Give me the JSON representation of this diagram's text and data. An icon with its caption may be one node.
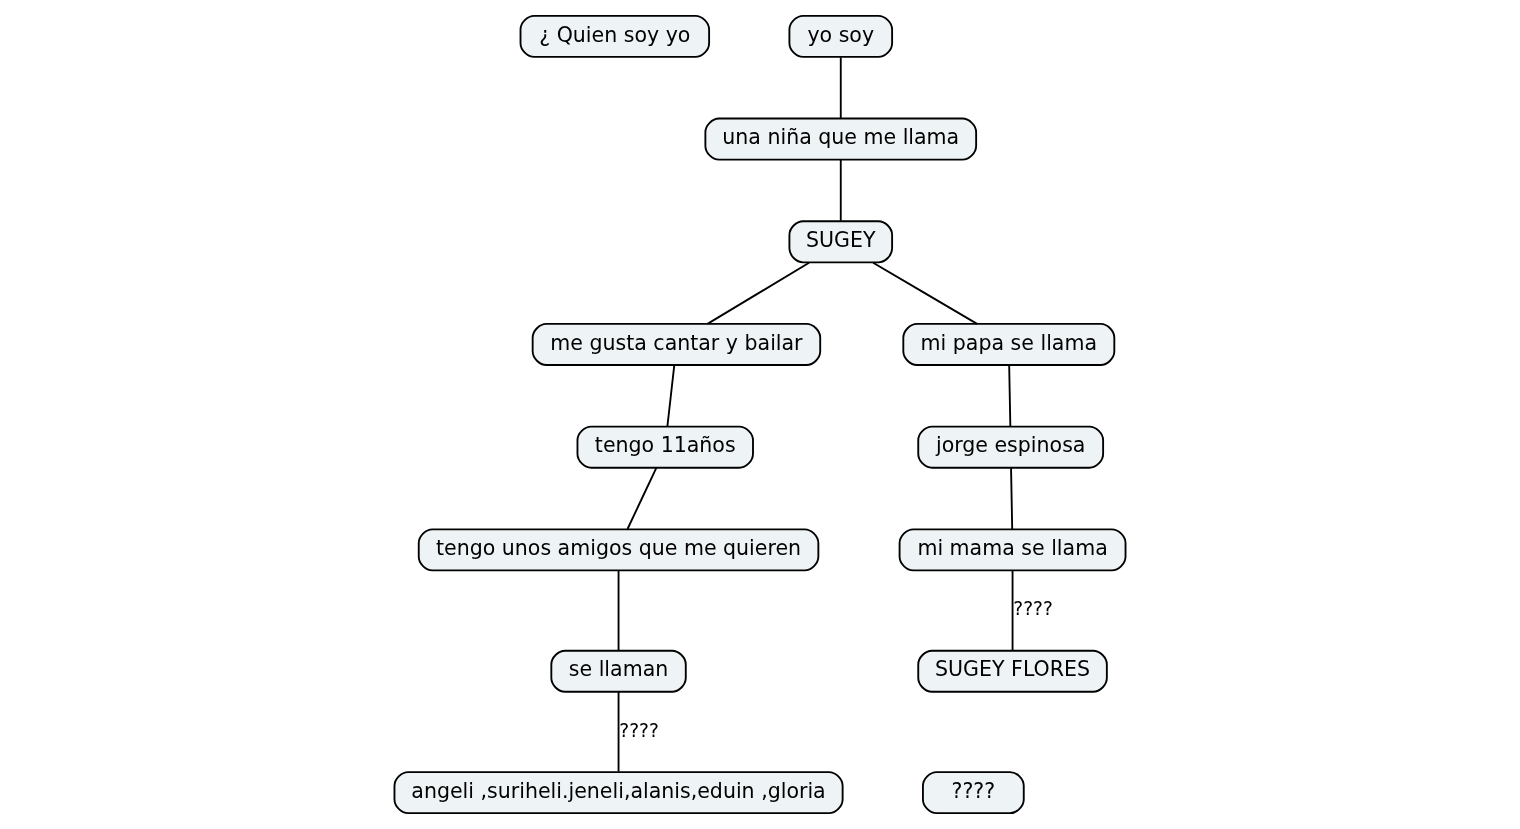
{
  "diagram": {
    "nodes": [
      {
        "text": [
          "¿ Quien soy yo"
        ]
      },
      {
        "text": [
          "yo soy"
        ]
      },
      {
        "text": [
          "una niña que me llama"
        ]
      },
      {
        "text": [
          "SUGEY"
        ]
      },
      {
        "text": [
          "me gusta cantar y bailar"
        ]
      },
      {
        "text": [
          "mi papa se llama"
        ]
      },
      {
        "text": [
          "tengo 11años"
        ]
      },
      {
        "text": [
          "jorge espinosa"
        ]
      },
      {
        "text": [
          "mi mama se llama"
        ]
      },
      {
        "text": [
          "tengo unos amigos que me quieren"
        ]
      },
      {
        "text": [
          "SUGEY FLORES"
        ]
      },
      {
        "text": [
          "se llaman"
        ]
      },
      {
        "text": [
          "angeli ,suriheli.jeneli,alanis,eduin ,gloria"
        ]
      },
      {
        "text": [
          "????"
        ]
      }
    ],
    "edges": [
      {
        "from": 1,
        "to": 2,
        "arrow": "none"
      },
      {
        "from": 2,
        "to": 3,
        "arrow": "none"
      },
      {
        "from": 3,
        "to": 4,
        "arrow": "none"
      },
      {
        "from": 3,
        "to": 5,
        "arrow": "none"
      },
      {
        "from": 4,
        "to": 6,
        "arrow": "none"
      },
      {
        "from": 5,
        "to": 7,
        "arrow": "none"
      },
      {
        "from": 6,
        "to": 9,
        "arrow": "none"
      },
      {
        "from": 7,
        "to": 8,
        "arrow": "none"
      },
      {
        "from": 8,
        "to": 10,
        "arrow": "none",
        "label": "????"
      },
      {
        "from": 9,
        "to": 11,
        "arrow": "none"
      },
      {
        "from": 11,
        "to": 12,
        "arrow": "none",
        "label": "????"
      }
    ]
  }
}
